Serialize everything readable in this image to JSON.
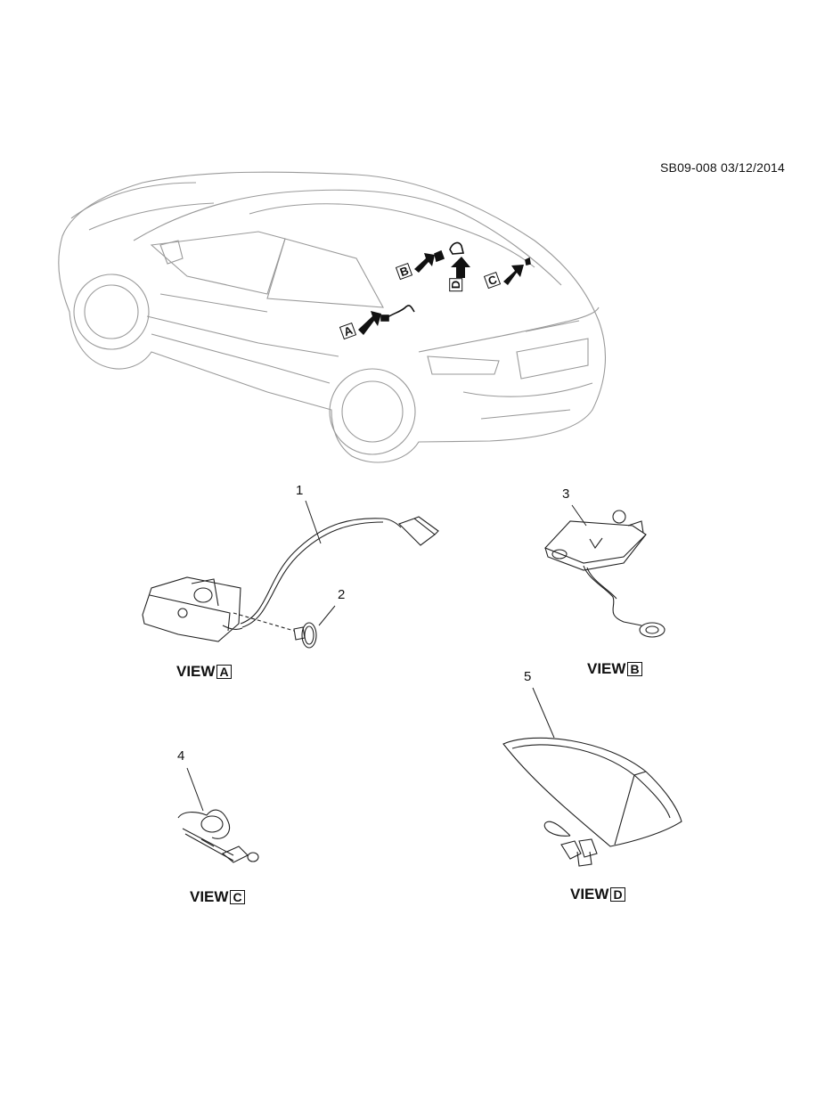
{
  "document": {
    "id": "SB09-008 03/12/2014"
  },
  "callouts": [
    "1",
    "2",
    "3",
    "4",
    "5"
  ],
  "car_markers": [
    "A",
    "B",
    "C",
    "D"
  ],
  "views": [
    {
      "word": "VIEW",
      "letter": "A"
    },
    {
      "word": "VIEW",
      "letter": "B"
    },
    {
      "word": "VIEW",
      "letter": "C"
    },
    {
      "word": "VIEW",
      "letter": "D"
    }
  ]
}
